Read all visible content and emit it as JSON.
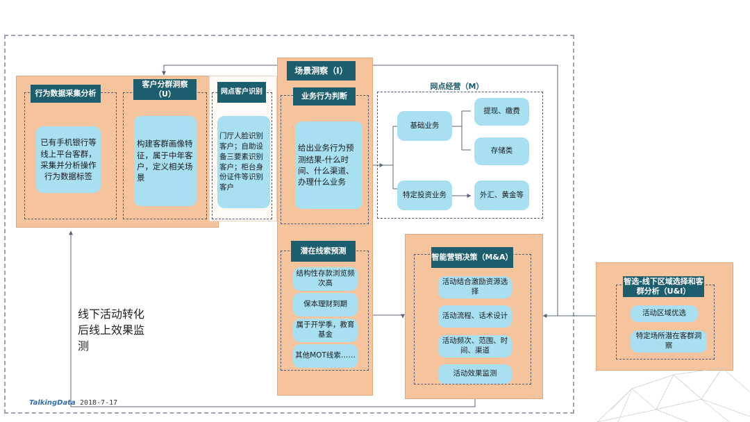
{
  "behavior": {
    "title": "行为数据采集分析",
    "desc": "已有手机银行等线上平台客群，采集并分析操作行为数据标签"
  },
  "segmentation": {
    "title": "客户分群洞察（U）",
    "desc": "构建客群画像特征，属于中年客户，定义相关场景"
  },
  "branch_id": {
    "title": "网点客户识别",
    "desc": "门厅人脸识别客户；自助设备三要素识别客户；柜台身份证件等识别客户"
  },
  "scene": {
    "title": "场景洞察（I）",
    "behavior_title": "业务行为判断",
    "behavior_desc": "给出业务行为预测结果-什么时间、什么渠道、办理什么业务",
    "leads_title": "潜在线索预测",
    "leads": [
      "结构性存款浏览频次高",
      "保本理财到期",
      "属于开学季，教育基金",
      "其他MOT线索……"
    ]
  },
  "branch_ops": {
    "title": "网点经营（M）",
    "basic": "基础业务",
    "basic_items": [
      "提现、缴费",
      "存储类"
    ],
    "invest": "特定投资业务",
    "invest_items": [
      "外汇、黄金等"
    ]
  },
  "marketing": {
    "title": "智能营销决策（M&A）",
    "items": [
      "活动结合激励资源选择",
      "活动流程、话术设计",
      "活动频次、范围、时间、渠道",
      "活动效果监测"
    ]
  },
  "smart_select": {
    "title": "智选-线下区域选择和客群分析（U&I）",
    "items": [
      "活动区域优选",
      "特定场所潜在客群洞察"
    ]
  },
  "feedback_text": "线下活动转化后线上效果监测",
  "footer": {
    "logo": "TalkingData",
    "date": "2018-7-17"
  },
  "colors": {
    "peach": "#f5c49c",
    "cyan": "#a8e0f2",
    "label": "#1c5e6d",
    "line": "#5a6478"
  }
}
